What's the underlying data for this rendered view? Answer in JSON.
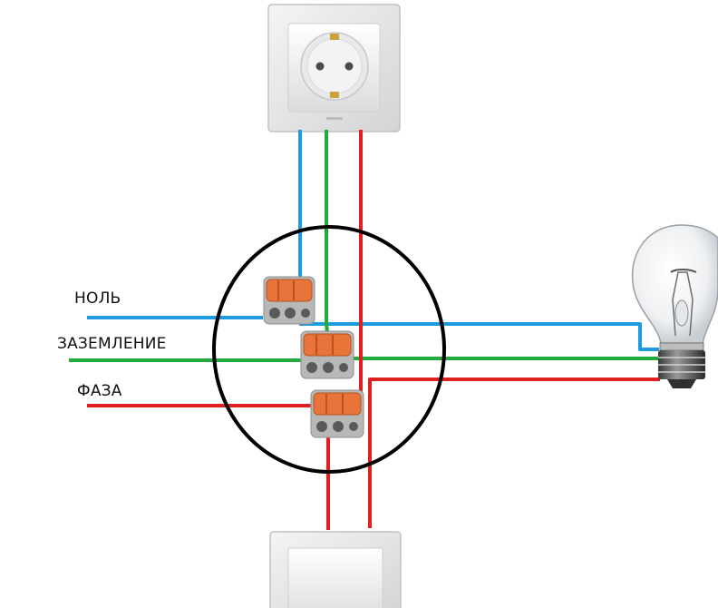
{
  "labels": {
    "neutral": "НОЛЬ",
    "ground": "ЗАЗЕМЛЕНИЕ",
    "phase": "ФАЗА"
  },
  "colors": {
    "neutral_wire": "#1e9be0",
    "ground_wire": "#22aa3a",
    "phase_wire": "#e02020",
    "junction_circle": "#000000",
    "connector_lever": "#e8743a",
    "connector_body": "#b8b8b8"
  },
  "components": {
    "socket": "wall-socket-icon",
    "switch": "wall-switch-icon",
    "lamp": "light-bulb-icon",
    "connectors": "lever-wire-connector-icon"
  }
}
